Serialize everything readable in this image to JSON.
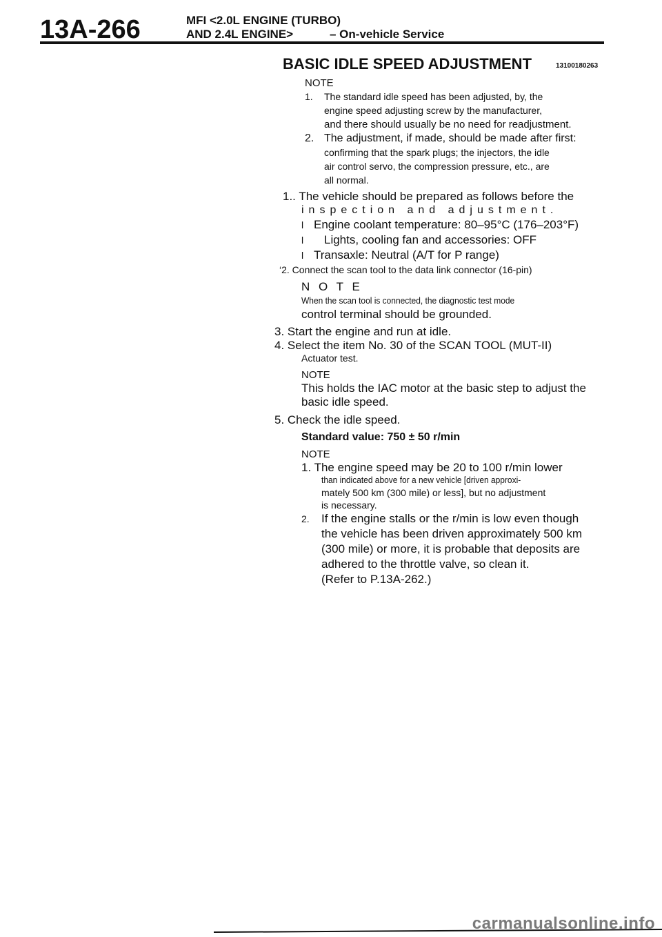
{
  "header": {
    "page_number": "13A-266",
    "line1": "MFI <2.0L ENGINE (TURBO)",
    "line2": "AND 2.4L ENGINE>",
    "line2_right": "– On-vehicle Service"
  },
  "section": {
    "title": "BASIC IDLE SPEED ADJUSTMENT",
    "code": "13100180263"
  },
  "note_top": {
    "label": "NOTE",
    "item1": {
      "num": "1.",
      "l1": "The standard idle speed has been adjusted, by, the",
      "l2": "engine speed adjusting screw by the manufacturer,",
      "l3": "and there should usually be no need for readjustment."
    },
    "item2": {
      "num": "2.",
      "l1": "The adjustment, if made, should be made after first:",
      "l2": "confirming that the spark plugs; the injectors, the idle",
      "l3": "air control servo, the compression pressure, etc., are",
      "l4": "all normal."
    }
  },
  "steps": {
    "s1_l1": "1.. The vehicle should be prepared as follows before the",
    "s1_l2": "inspection and adjustment.",
    "bullet1": "Engine coolant temperature: 80–95°C (176–203°F)",
    "bullet2": "Lights, cooling fan and accessories: OFF",
    "bullet3": "Transaxle: Neutral (A/T for P range)",
    "bullet_symbol": "l",
    "s2": "‘2.  Connect the scan tool to the data link connector (16-pin)",
    "s2_note_label": "N O T E",
    "s2_note_l1": "When the scan tool is connected, the diagnostic test mode",
    "s2_note_l2": "control terminal should be grounded.",
    "s3": "3. Start the engine and run at idle.",
    "s4_l1": "4. Select the item No. 30 of the SCAN TOOL (MUT-II)",
    "s4_l2": "Actuator test.",
    "s4_note_label": "NOTE",
    "s4_note_l1": "This holds the IAC motor at the basic step to adjust the",
    "s4_note_l2": "basic idle speed.",
    "s5": "5. Check the idle speed.",
    "standard": "Standard value: 750 ± 50 r/min",
    "s5_note_label": "NOTE",
    "n1_l1": "1. The engine speed may be 20 to 100 r/min lower",
    "n1_l2": "than indicated above for a new vehicle [driven approxi-",
    "n1_l3": "mately 500 km (300 mile) or less], but no adjustment",
    "n1_l4": "is necessary.",
    "n2_num": "2.",
    "n2_l1": "If the engine stalls or the r/min is low even though",
    "n2_l2": "the vehicle has been driven approximately 500 km",
    "n2_l3": "(300 mile) or more, it is probable that deposits are",
    "n2_l4": "adhered to the throttle valve, so clean it.",
    "n2_l5": "(Refer to P.13A-262.)"
  },
  "watermark": "carmanualsonline.info"
}
